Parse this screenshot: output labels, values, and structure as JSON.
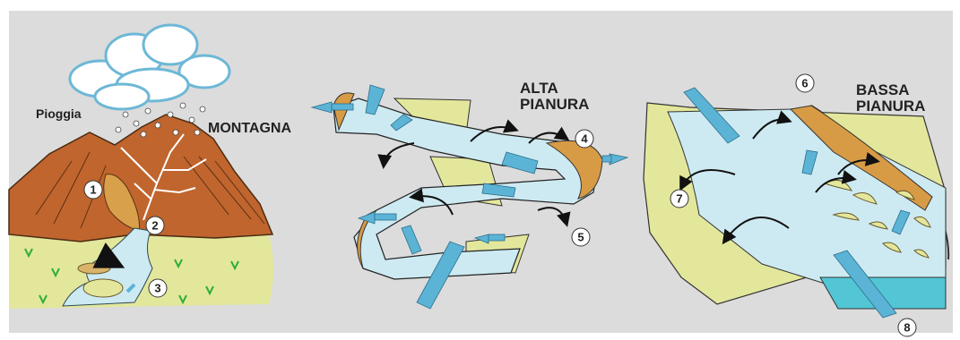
{
  "labels": {
    "rain": "Pioggia",
    "mountain": "MONTAGNA",
    "high_plain_1": "ALTA",
    "high_plain_2": "PIANURA",
    "low_plain_1": "BASSA",
    "low_plain_2": "PIANURA"
  },
  "markers": [
    "1",
    "2",
    "3",
    "4",
    "5",
    "6",
    "7",
    "8"
  ],
  "colors": {
    "panel": "#dcdcdc",
    "mountain": "#c0652e",
    "grass": "#e3e79c",
    "water": "#cdeaf2",
    "arrow": "#5bb4d6",
    "sea": "#52c6d4",
    "sediment": "#d89b45"
  }
}
